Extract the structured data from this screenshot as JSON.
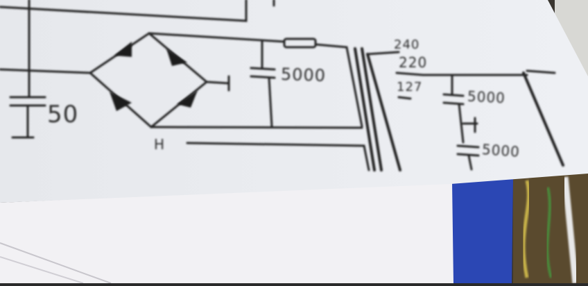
{
  "photo": {
    "labels": {
      "cap_left": "50",
      "cap_mid": "5000",
      "cap_right_top": "5000",
      "cap_right_bottom": "5000",
      "tap_240": "240",
      "tap_220": "220",
      "tap_127": "127",
      "node_h": "H"
    },
    "colors": {
      "paper": "#e9ebef",
      "ink": "#1f1f1f",
      "blue_panel": "#2b47b4",
      "sheet_below": "#f2f1f4",
      "background": "#2a2a2a"
    }
  }
}
